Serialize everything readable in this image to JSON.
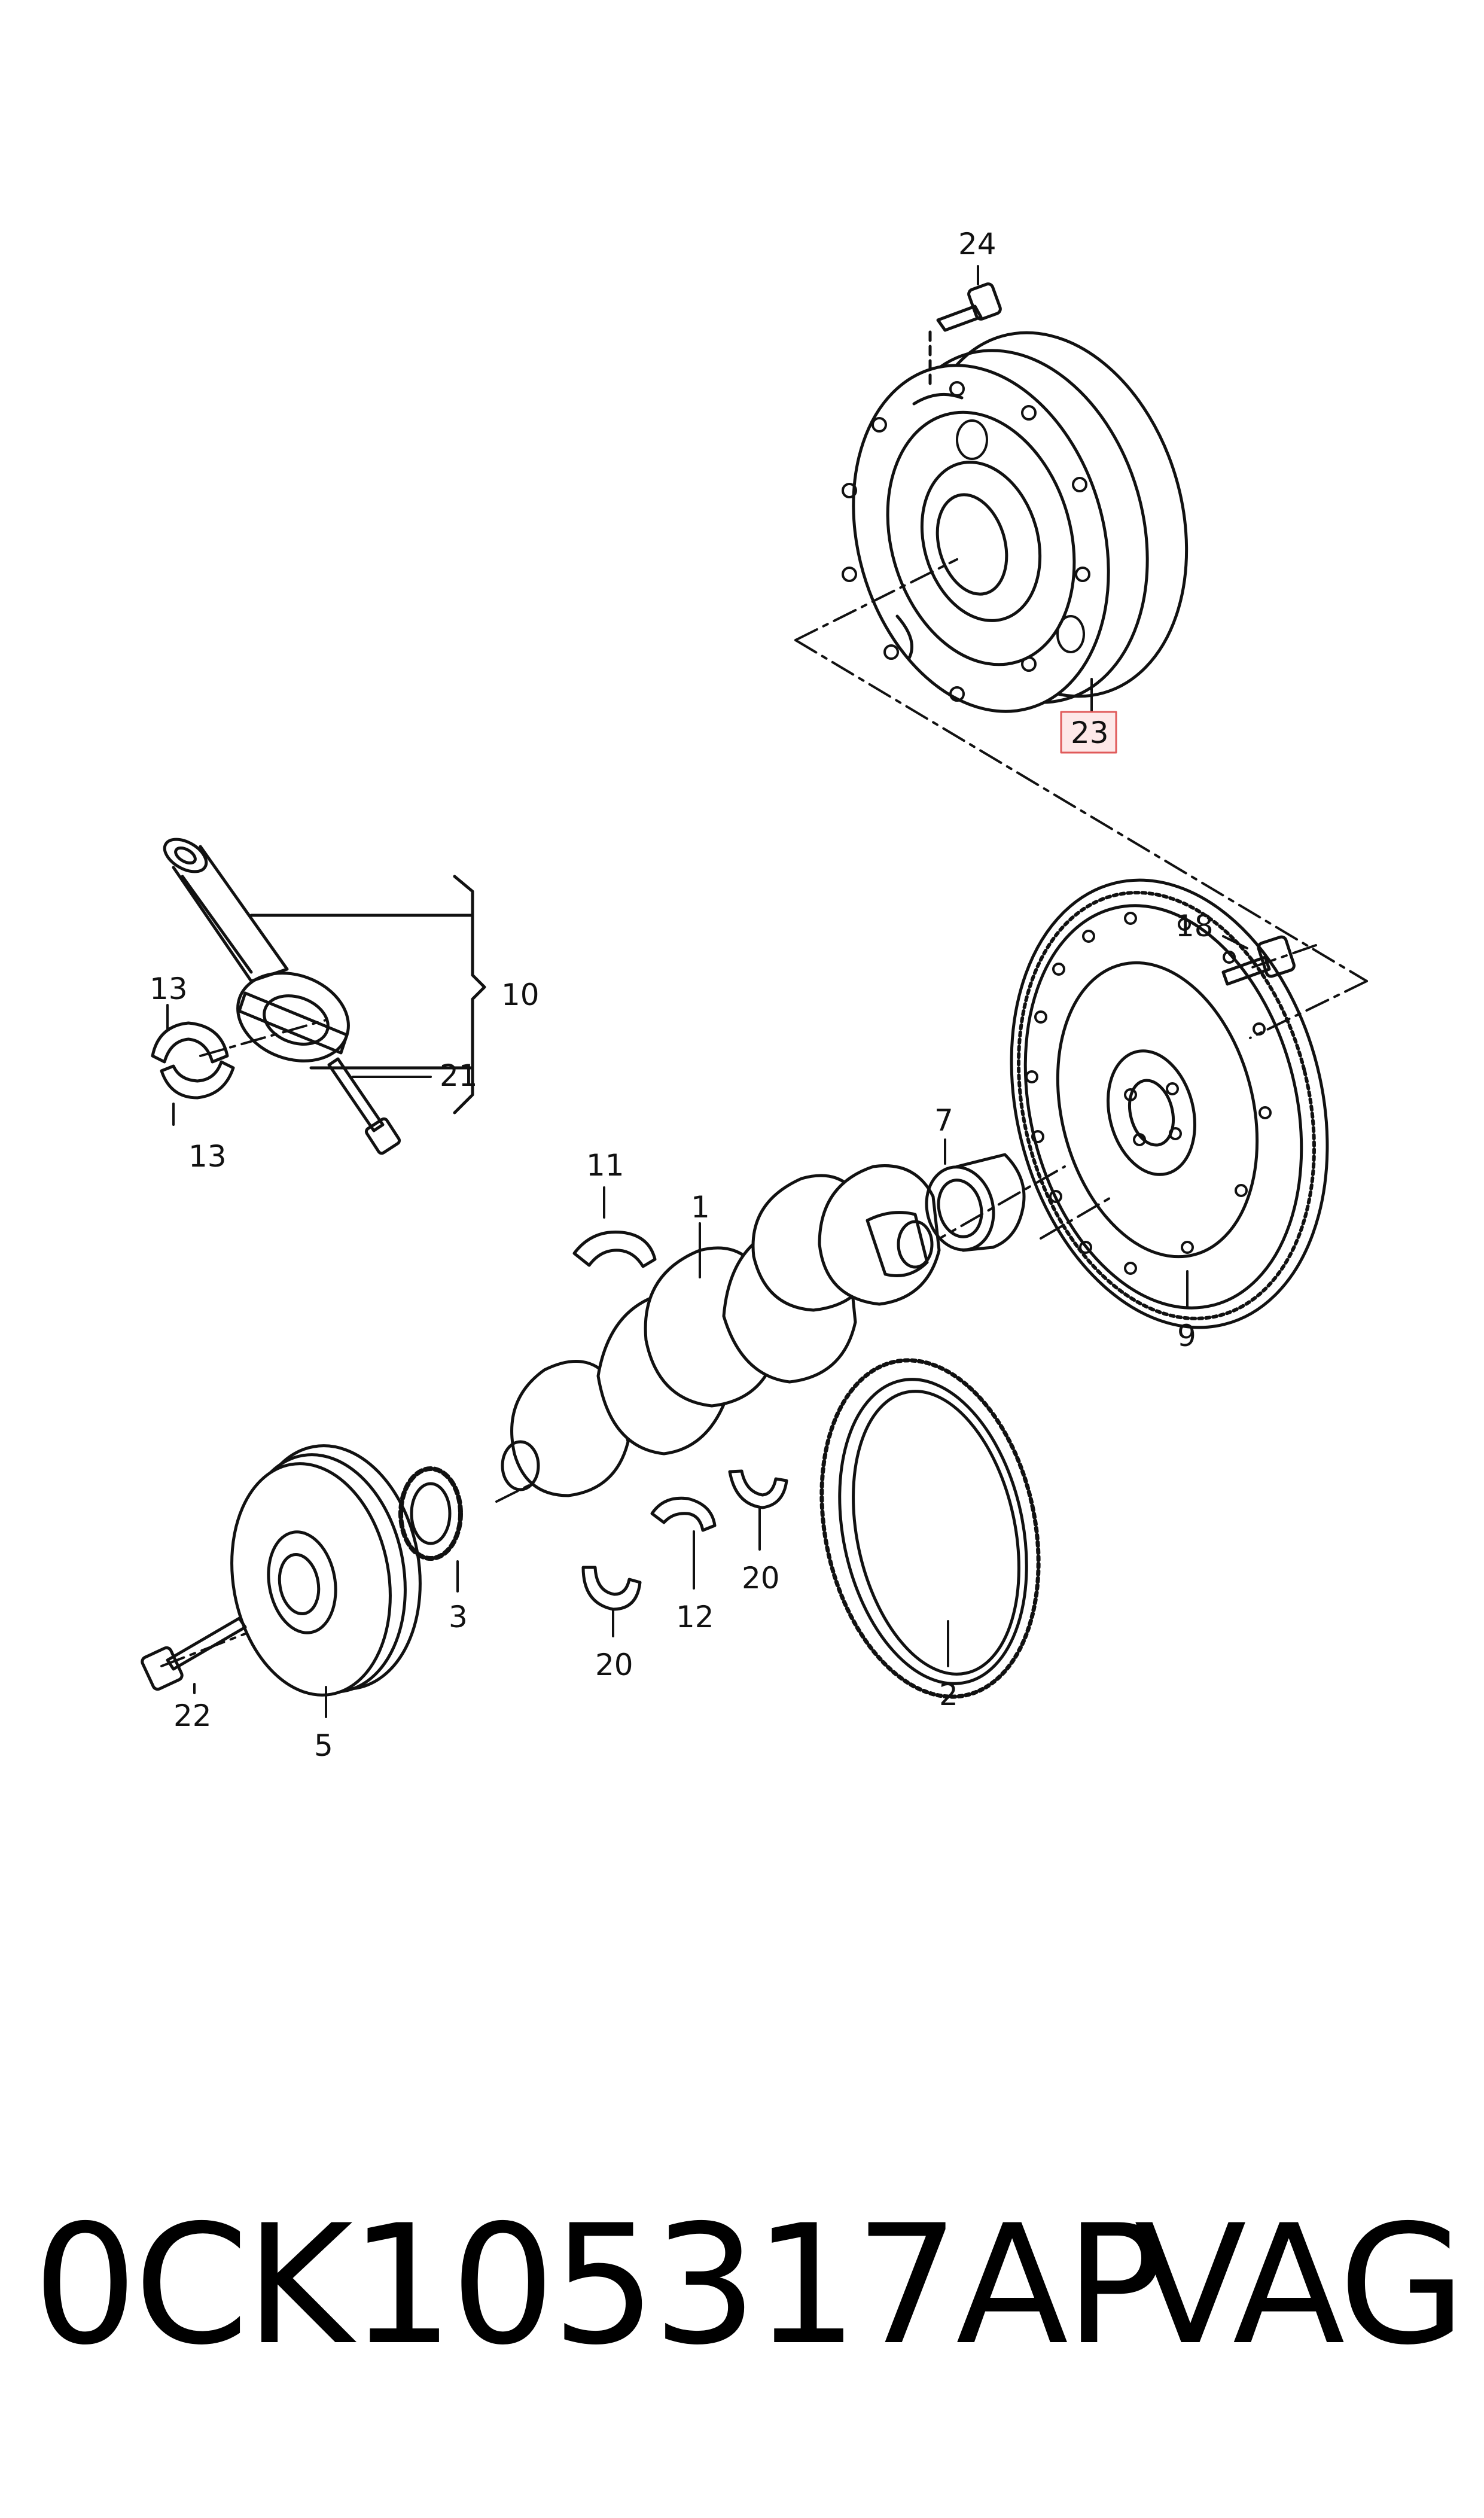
{
  "diagram": {
    "callouts": [
      "24",
      "23",
      "18",
      "13",
      "10",
      "21",
      "13",
      "11",
      "1",
      "7",
      "9",
      "3",
      "20",
      "12",
      "20",
      "2",
      "22",
      "5"
    ],
    "highlighted_callout": "23",
    "highlight_color": "#e05a5a",
    "highlight_fill": "#fde8e8",
    "line_color": "#111111"
  },
  "footer": {
    "part_number": "0CK105317AP",
    "brand": "VAG"
  }
}
